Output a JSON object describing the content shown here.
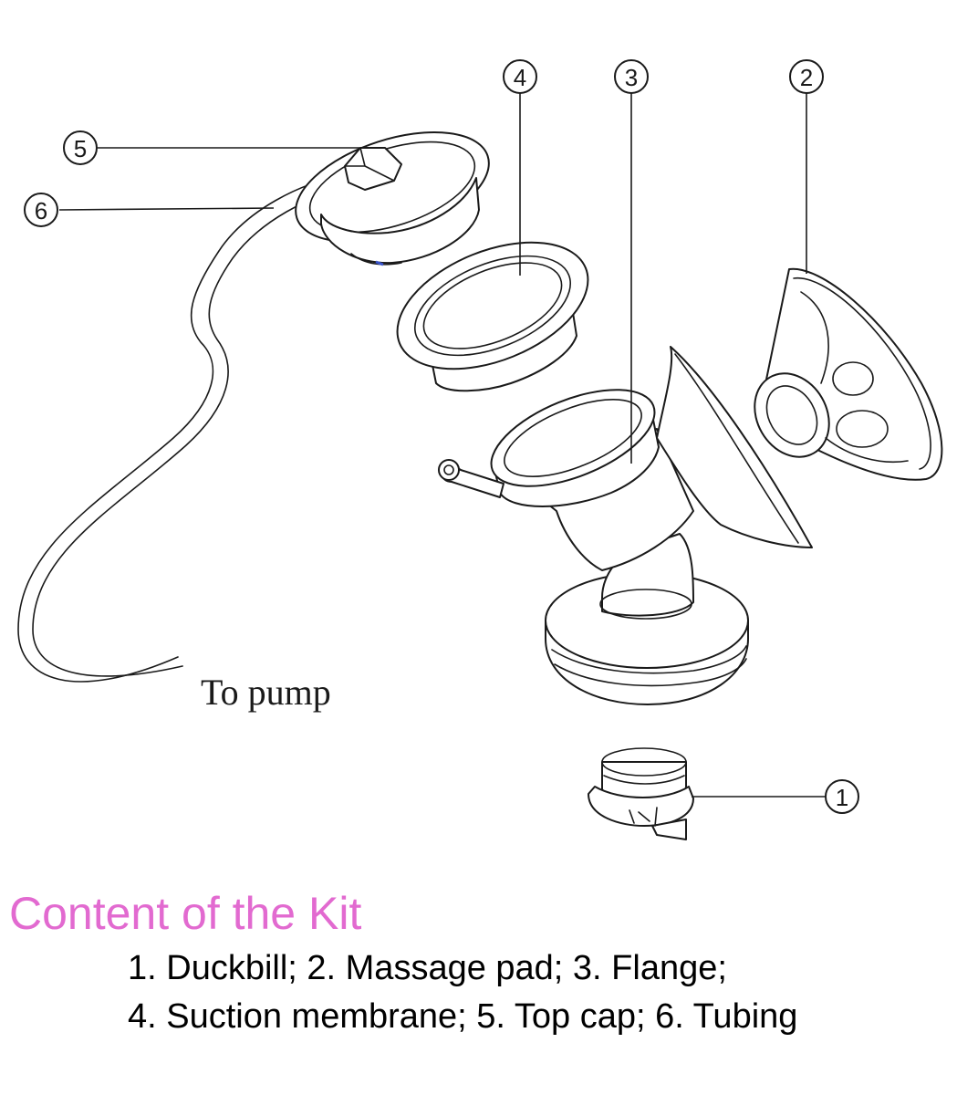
{
  "diagram": {
    "callouts": [
      {
        "id": "1",
        "label": "1"
      },
      {
        "id": "2",
        "label": "2"
      },
      {
        "id": "3",
        "label": "3"
      },
      {
        "id": "4",
        "label": "4"
      },
      {
        "id": "5",
        "label": "5"
      },
      {
        "id": "6",
        "label": "6"
      }
    ],
    "tube_end_label": "To pump"
  },
  "kit": {
    "title": "Content of the Kit",
    "line1": "1. Duckbill; 2. Massage pad; 3. Flange;",
    "line2": "4. Suction membrane; 5. Top cap; 6. Tubing"
  },
  "colors": {
    "title": "#e26ad0",
    "line_art": "#1a1a1a"
  }
}
